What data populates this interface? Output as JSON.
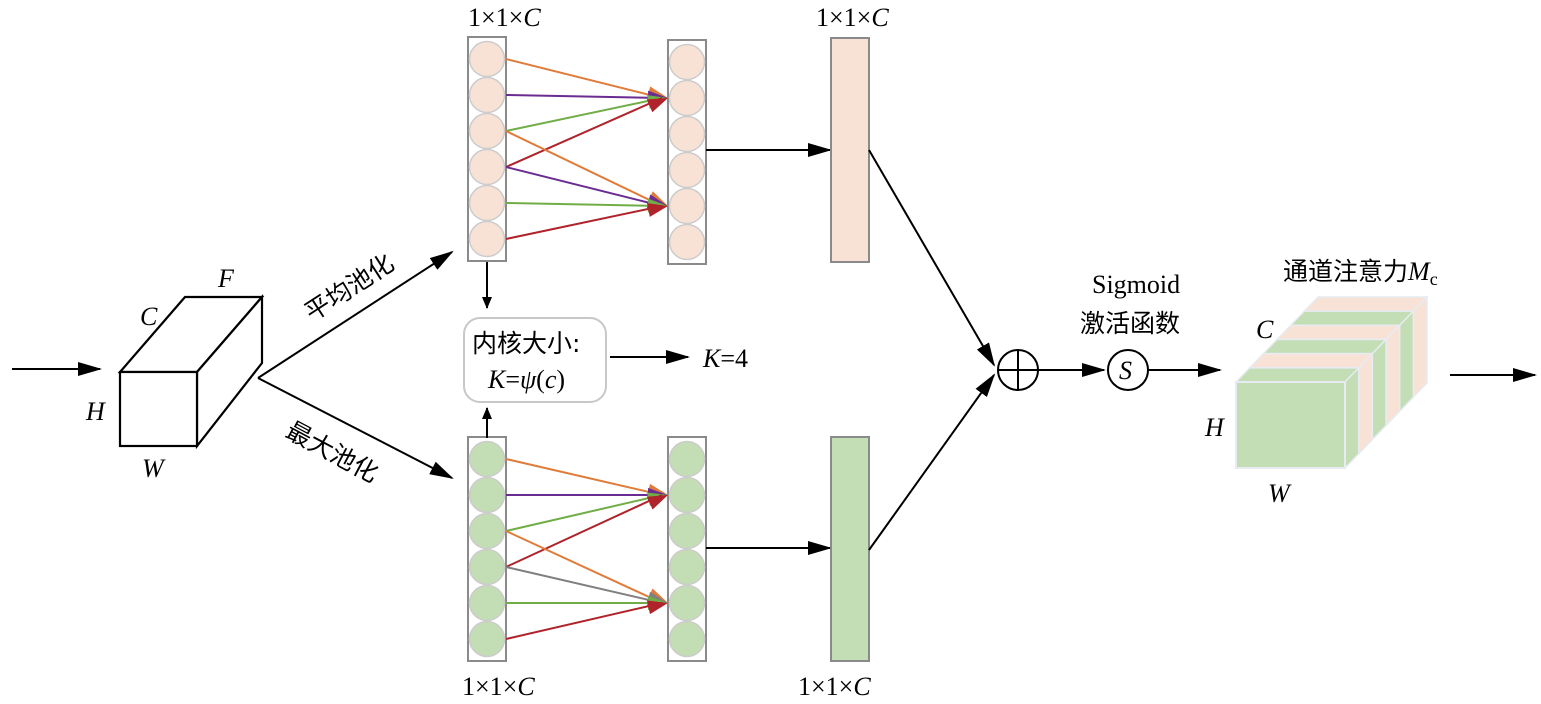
{
  "diagram": {
    "type": "channel-attention-module",
    "input_tensor": {
      "dims": {
        "C": "C",
        "F": "F",
        "H": "H",
        "W": "W"
      }
    },
    "branches": {
      "avg": {
        "label": "平均池化",
        "vector_label_prefix": "1×1×",
        "vector_label_var": "C",
        "out_label_prefix": "1×1×",
        "out_label_var": "C"
      },
      "max": {
        "label": "最大池化",
        "vector_label_prefix": "1×1×",
        "vector_label_var": "C",
        "out_label_prefix": "1×1×",
        "out_label_var": "C"
      }
    },
    "kernel_box": {
      "line1": "内核大小:",
      "k_var": "K",
      "eq": "=",
      "psi": "ψ",
      "arg_open": "(",
      "arg_var": "c",
      "arg_close": ")",
      "result_var": "K",
      "result_value": "=4"
    },
    "sum_symbol": "⊕",
    "sigmoid": {
      "line1": "Sigmoid",
      "line2": "激活函数",
      "symbol": "S"
    },
    "output": {
      "title": "通道注意力",
      "title_var": "M",
      "title_sub": "c",
      "dims": {
        "C": "C",
        "H": "H",
        "W": "W"
      }
    },
    "colors": {
      "avg_fill": "#f8e2d6",
      "max_fill": "#c3ddb4",
      "node_stroke": "#cccccc",
      "frame_stroke": "#8a8a8a",
      "edge_orange": "#e07b39",
      "edge_purple": "#6a2c91",
      "edge_green": "#70ad47",
      "edge_red": "#b0232a",
      "edge_gray": "#808080"
    },
    "nodes_per_vector": 6,
    "avg_edges": [
      {
        "from": 0,
        "to": 1,
        "color": "edge_orange"
      },
      {
        "from": 1,
        "to": 1,
        "color": "edge_purple"
      },
      {
        "from": 2,
        "to": 1,
        "color": "edge_green"
      },
      {
        "from": 3,
        "to": 1,
        "color": "edge_red"
      },
      {
        "from": 2,
        "to": 4,
        "color": "edge_orange"
      },
      {
        "from": 3,
        "to": 4,
        "color": "edge_purple"
      },
      {
        "from": 4,
        "to": 4,
        "color": "edge_green"
      },
      {
        "from": 5,
        "to": 4,
        "color": "edge_red"
      }
    ],
    "max_edges": [
      {
        "from": 0,
        "to": 1,
        "color": "edge_orange"
      },
      {
        "from": 1,
        "to": 1,
        "color": "edge_purple"
      },
      {
        "from": 2,
        "to": 1,
        "color": "edge_green"
      },
      {
        "from": 3,
        "to": 1,
        "color": "edge_red"
      },
      {
        "from": 2,
        "to": 4,
        "color": "edge_orange"
      },
      {
        "from": 3,
        "to": 4,
        "color": "edge_gray"
      },
      {
        "from": 4,
        "to": 4,
        "color": "edge_green"
      },
      {
        "from": 5,
        "to": 4,
        "color": "edge_red"
      }
    ],
    "attention_slices": [
      "max_fill",
      "avg_fill",
      "max_fill",
      "avg_fill",
      "max_fill",
      "avg_fill"
    ]
  }
}
